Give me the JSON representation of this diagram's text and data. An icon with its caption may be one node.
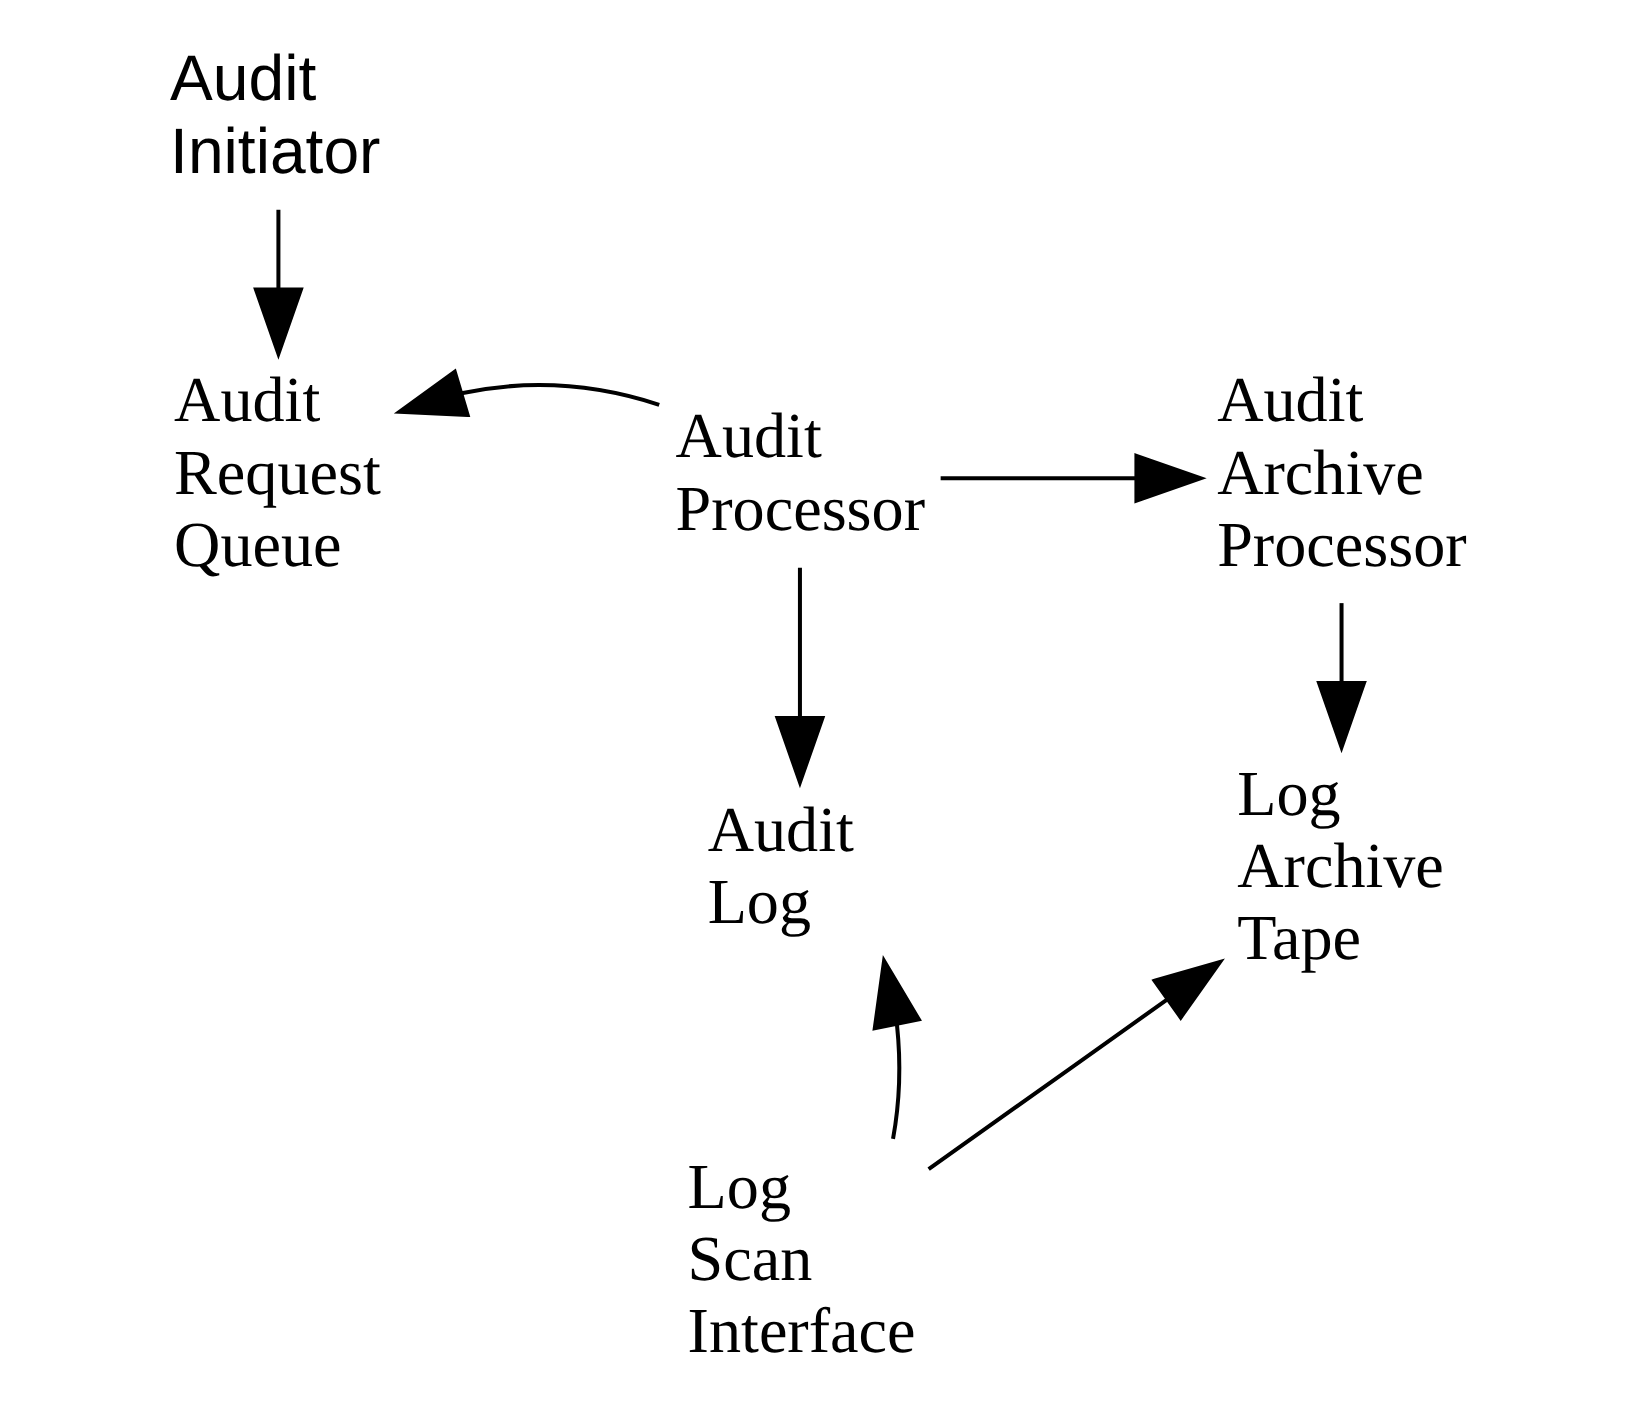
{
  "diagram": {
    "nodes": [
      {
        "text": [
          "Audit Initiator"
        ]
      },
      {
        "text": [
          "Audit Request Queue"
        ]
      },
      {
        "text": [
          "Audit Processor"
        ]
      },
      {
        "text": [
          "Audit Archive Processor"
        ]
      },
      {
        "text": [
          "Audit Log"
        ]
      },
      {
        "text": [
          "Log Archive Tape"
        ]
      },
      {
        "text": [
          "Log Scan Interface"
        ]
      }
    ],
    "edges": [
      {
        "from": 0,
        "to": 1,
        "arrow": "to"
      },
      {
        "from": 2,
        "to": 1,
        "arrow": "to"
      },
      {
        "from": 2,
        "to": 3,
        "arrow": "to"
      },
      {
        "from": 2,
        "to": 4,
        "arrow": "to"
      },
      {
        "from": 3,
        "to": 5,
        "arrow": "to"
      },
      {
        "from": 6,
        "to": 4,
        "arrow": "to"
      },
      {
        "from": 6,
        "to": 5,
        "arrow": "to"
      }
    ]
  }
}
